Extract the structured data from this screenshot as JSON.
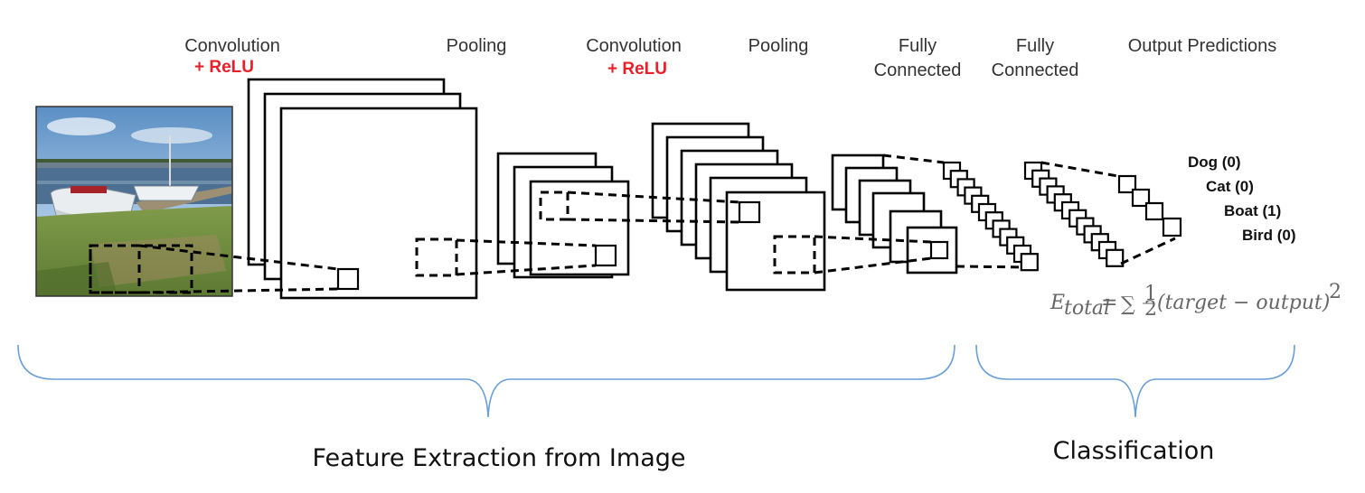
{
  "labels": {
    "conv1": "Convolution",
    "conv1_relu": "+ ReLU",
    "pool1": "Pooling",
    "conv2": "Convolution",
    "conv2_relu": "+ ReLU",
    "pool2": "Pooling",
    "fc1_line1": "Fully",
    "fc1_line2": "Connected",
    "fc2_line1": "Fully",
    "fc2_line2": "Connected",
    "output": "Output Predictions"
  },
  "predictions": [
    "Dog (0)",
    "Cat (0)",
    "Boat (1)",
    "Bird (0)"
  ],
  "formula": {
    "lhs": "E",
    "lhs_sub": "total",
    "eq": "=",
    "sum": "∑",
    "frac_num": "1",
    "frac_den": "2",
    "body": "(target − output)",
    "exponent": "2"
  },
  "groups": {
    "feature_extraction": "Feature Extraction from Image",
    "classification": "Classification"
  },
  "colors": {
    "relu": "#e8202a",
    "brace": "#6a9fd8",
    "formula": "#666666"
  },
  "input_image": {
    "icon": "boat-photo-image"
  }
}
